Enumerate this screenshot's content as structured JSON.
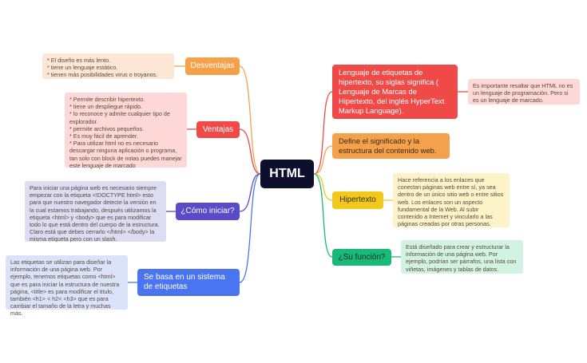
{
  "central": {
    "label": "HTML"
  },
  "colors": {
    "desventajas": "#f5a14b",
    "ventajas": "#ef4a48",
    "como_iniciar": "#5a4bc8",
    "sistema": "#4a74f0",
    "lenguaje": "#ef4a48",
    "define": "#f5a14b",
    "hipertexto": "#f3c81c",
    "funcion": "#19b97a"
  },
  "left": {
    "desventajas": {
      "label": "Desventajas",
      "note": "* El diseño es más lento.\n* tiene un lenguaje estático.\n* tienen más posibilidades virus o troyanos."
    },
    "ventajas": {
      "label": "Ventajas",
      "note": "* Permite describir hipertexto.\n* tiene un despliegue rápido.\n* lo reconoce y admite cualquier tipo de explorador.\n* permite archivos pequeños.\n* Es muy fácil de aprender.\n* Para utilizar html no es necesario descargar ninguna aplicación o programa, tan solo con block de notas puedes manejar este lenguaje de marcado"
    },
    "como_iniciar": {
      "label": "¿Cómo iniciar?",
      "note": "Para iniciar una página web es necesario siempre empezar con la etiqueta <!DOCTYPE html> esto para que nuestro navegador detecte la versión en la cual estamos trabajando, después utilizamos la etiqueta <html> y <body> que es para modificar todo lo que está dentro del cuerpo de la estructura. Claro está que debes cerrarlo </html> </body> la misma etiqueta pero con un slash."
    },
    "sistema": {
      "label": "Se basa en un sistema de etiquetas",
      "note": "Las etiquetas se utilizan para diseñar la información de una página web. Por ejemplo, tenemos etiquetas como <html> que es para iniciar la estructura de nuestra página, <title> es para modificar el titulo, también <h1> < h2< <h3> que es para cambiar el tamaño de la letra y muchas más."
    }
  },
  "right": {
    "lenguaje": {
      "label": "Lenguaje de etiquetas de hipertexto, su siglas significa ( Lenguaje de Marcas de Hipertexto, del inglés HyperText Markup Language).",
      "note": "Es importante resaltar que HTML no es un lenguaje de programación. Pero si es un lenguaje de marcado."
    },
    "define": {
      "label": "Define el significado y la estructura del contenido web."
    },
    "hipertexto": {
      "label": "Hipertexto",
      "note": "Hace referencia a los enlaces que conectan páginas web entre sí, ya sea dentro de un único sitio web o entre sitios web. Los enlaces son un aspecto fundamental de la Web. Al subir contenido a Internet y vincularlo a las páginas creadas por otras personas."
    },
    "funcion": {
      "label": "¿Su función?",
      "note": "Está diseñado para crear y estructurar la información de una página web. Por ejemplo, podrían ser párrafos, una lista con viñetas, imágenes y tablas de datos."
    }
  }
}
